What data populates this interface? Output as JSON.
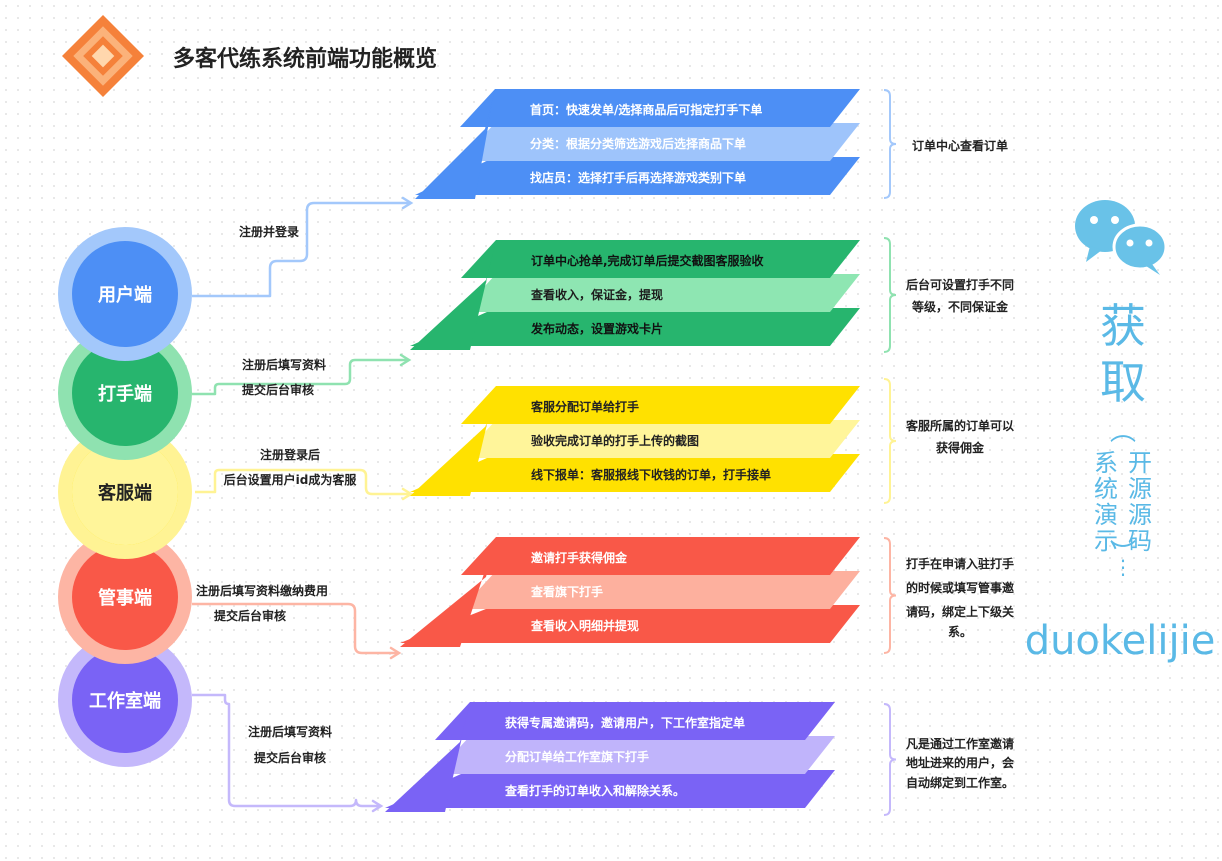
{
  "title": "多客代练系统前端功能概览",
  "groups": [
    {
      "role": "用户端",
      "connector": [
        "注册并登录"
      ],
      "items": [
        "首页：快速发单/选择商品后可指定打手下单",
        "分类：根据分类筛选游戏后选择商品下单",
        "找店员：选择打手后再选择游戏类别下单"
      ],
      "note": [
        "订单中心查看订单"
      ],
      "colors": {
        "dark": "#4d8ff5",
        "light": "#9ec4fb",
        "ring": "#a3c8fb"
      }
    },
    {
      "role": "打手端",
      "connector": [
        "注册后填写资料",
        "提交后台审核"
      ],
      "items": [
        "订单中心抢单,完成订单后提交截图客服验收",
        "查看收入，保证金，提现",
        "发布动态，设置游戏卡片"
      ],
      "note": [
        "后台可设置打手不同",
        "等级，不同保证金"
      ],
      "colors": {
        "dark": "#27b56e",
        "light": "#8ee6b2",
        "ring": "#8fe2b0"
      }
    },
    {
      "role": "客服端",
      "connector": [
        "注册登录后",
        "后台设置用户id成为客服"
      ],
      "items": [
        "客服分配订单给打手",
        "验收完成订单的打手上传的截图",
        "线下报单：客服报线下收钱的订单，打手接单"
      ],
      "note": [
        "客服所属的订单可以",
        "获得佣金"
      ],
      "colors": {
        "dark": "#ffe100",
        "light": "#fff59a",
        "ring": "#fff394"
      }
    },
    {
      "role": "管事端",
      "connector": [
        "注册后填写资料缴纳费用",
        "提交后台审核"
      ],
      "items": [
        "邀请打手获得佣金",
        "查看旗下打手",
        "查看收入明细并提现"
      ],
      "note": [
        "打手在申请入驻打手",
        "的时候或填写管事邀",
        "请码，绑定上下级关",
        "系。"
      ],
      "colors": {
        "dark": "#f95848",
        "light": "#fdb09e",
        "ring": "#fdb5a4"
      }
    },
    {
      "role": "工作室端",
      "connector": [
        "注册后填写资料",
        "提交后台审核"
      ],
      "items": [
        "获得专属邀请码，邀请用户，下工作室指定单",
        "分配订单给工作室旗下打手",
        "查看打手的订单收入和解除关系。"
      ],
      "note": [
        "凡是通过工作室邀请",
        "地址进来的用户，会",
        "自动绑定到工作室。"
      ],
      "colors": {
        "dark": "#7a63f5",
        "light": "#c0b4fb",
        "ring": "#c4b8fb"
      }
    }
  ],
  "watermark": {
    "main": "获取",
    "paren_open": "︵",
    "col_left": "系统演示",
    "col_right": "开源源码",
    "paren_close": "︶",
    "dots": "⋮",
    "id": "duokelijie",
    "icon": "wechat-icon",
    "color": "#5ab9e6"
  },
  "logo": {
    "icon": "diamond-logo-icon",
    "colors": [
      "#f5813a",
      "#fbb27a",
      "#ffd7ad"
    ]
  }
}
